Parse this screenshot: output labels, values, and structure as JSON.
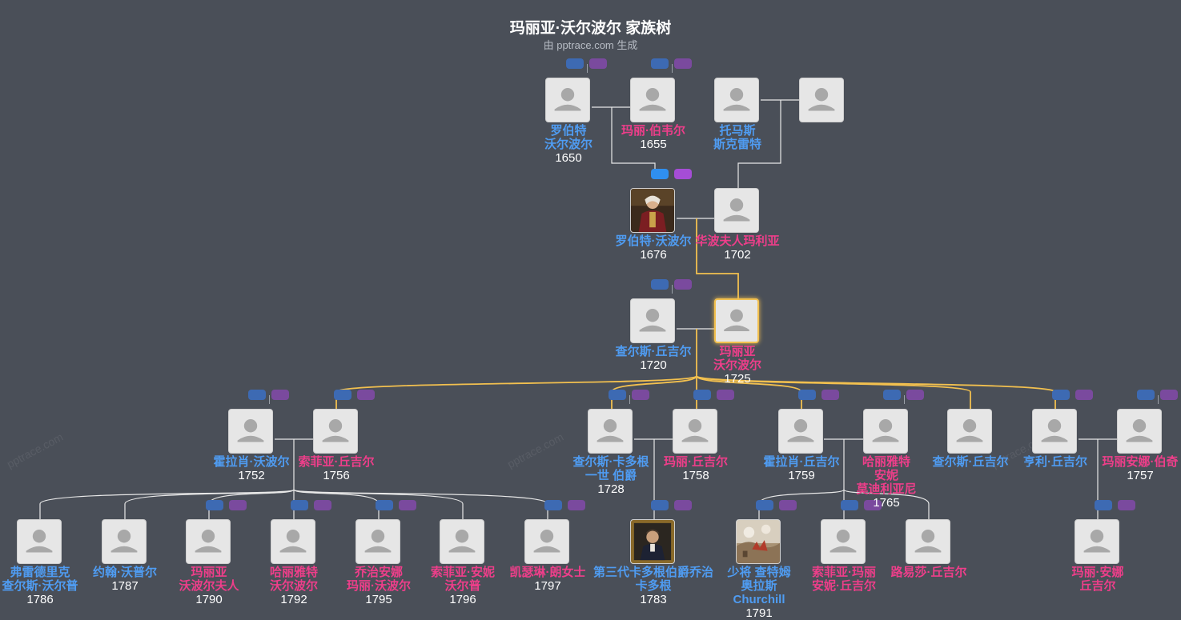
{
  "header": {
    "title": "玛丽亚·沃尔波尔 家族树",
    "subtitle": "由 pptrace.com 生成"
  },
  "watermark": "pptrace.com",
  "colors": {
    "background": "#4a4f58",
    "male_name": "#4f9cf2",
    "female_name": "#ee3e8a",
    "focus_line": "#f2c04f",
    "line": "#e8e8e8"
  },
  "people": [
    {
      "id": "p1",
      "gender": "male",
      "lines": [
        "罗伯特",
        "沃尔波尔"
      ],
      "year": "1650"
    },
    {
      "id": "p2",
      "gender": "female",
      "lines": [
        "玛丽·伯韦尔"
      ],
      "year": "1655"
    },
    {
      "id": "p3",
      "gender": "male",
      "lines": [
        "托马斯",
        "斯克雷特"
      ],
      "year": ""
    },
    {
      "id": "p4",
      "gender": "female",
      "lines": [],
      "year": ""
    },
    {
      "id": "p5",
      "gender": "male",
      "lines": [
        "罗伯特·沃波尔"
      ],
      "year": "1676",
      "photo": "portrait-gold"
    },
    {
      "id": "p6",
      "gender": "female",
      "lines": [
        "华波夫人玛利亚"
      ],
      "year": "1702"
    },
    {
      "id": "p7",
      "gender": "male",
      "lines": [
        "查尔斯·丘吉尔"
      ],
      "year": "1720"
    },
    {
      "id": "p8",
      "gender": "female",
      "lines": [
        "玛丽亚",
        "沃尔波尔"
      ],
      "year": "1725",
      "focus": true
    },
    {
      "id": "p9",
      "gender": "male",
      "lines": [
        "霍拉肖·沃波尔"
      ],
      "year": "1752"
    },
    {
      "id": "p10",
      "gender": "female",
      "lines": [
        "索菲亚·丘吉尔"
      ],
      "year": "1756"
    },
    {
      "id": "p11",
      "gender": "male",
      "lines": [
        "查尔斯·卡多根",
        "一世 伯爵"
      ],
      "year": "1728"
    },
    {
      "id": "p12",
      "gender": "female",
      "lines": [
        "玛丽·丘吉尔"
      ],
      "year": "1758"
    },
    {
      "id": "p13",
      "gender": "male",
      "lines": [
        "霍拉肖·丘吉尔"
      ],
      "year": "1759"
    },
    {
      "id": "p14",
      "gender": "female",
      "lines": [
        "哈丽雅特",
        "安妮",
        "莫迪利亚尼"
      ],
      "year": "1765"
    },
    {
      "id": "p15",
      "gender": "male",
      "lines": [
        "查尔斯·丘吉尔"
      ],
      "year": ""
    },
    {
      "id": "p16",
      "gender": "male",
      "lines": [
        "亨利·丘吉尔"
      ],
      "year": ""
    },
    {
      "id": "p17",
      "gender": "female",
      "lines": [
        "玛丽安娜·伯奇"
      ],
      "year": "1757"
    },
    {
      "id": "p18",
      "gender": "male",
      "lines": [
        "弗雷德里克",
        "查尔斯·沃尔普"
      ],
      "year": "1786"
    },
    {
      "id": "p19",
      "gender": "male",
      "lines": [
        "约翰·沃普尔"
      ],
      "year": "1787"
    },
    {
      "id": "p20",
      "gender": "female",
      "lines": [
        "玛丽亚",
        "沃波尔夫人"
      ],
      "year": "1790"
    },
    {
      "id": "p21",
      "gender": "female",
      "lines": [
        "哈丽雅特",
        "沃尔波尔"
      ],
      "year": "1792"
    },
    {
      "id": "p22",
      "gender": "female",
      "lines": [
        "乔治安娜",
        "玛丽·沃波尔"
      ],
      "year": "1795"
    },
    {
      "id": "p23",
      "gender": "female",
      "lines": [
        "索菲亚·安妮",
        "沃尔普"
      ],
      "year": "1796"
    },
    {
      "id": "p24",
      "gender": "female",
      "lines": [
        "凯瑟琳·朗女士"
      ],
      "year": "1797"
    },
    {
      "id": "p25",
      "gender": "male",
      "lines": [
        "第三代卡多根伯爵乔治",
        "卡多根"
      ],
      "year": "1783",
      "photo": "portrait-dark"
    },
    {
      "id": "p26",
      "gender": "male",
      "lines": [
        "少将 查特姆",
        "奥拉斯",
        "Churchill"
      ],
      "year": "1791",
      "photo": "battle-scene"
    },
    {
      "id": "p27",
      "gender": "female",
      "lines": [
        "索菲亚·玛丽",
        "安妮·丘吉尔"
      ],
      "year": ""
    },
    {
      "id": "p28",
      "gender": "female",
      "lines": [
        "路易莎·丘吉尔"
      ],
      "year": ""
    },
    {
      "id": "p29",
      "gender": "female",
      "lines": [
        "玛丽·安娜",
        "丘吉尔"
      ],
      "year": ""
    }
  ]
}
